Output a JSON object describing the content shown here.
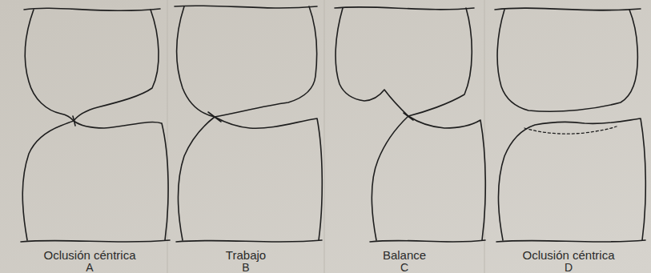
{
  "diagram": {
    "labels": [
      "Oclusión céntrica",
      "A",
      "Trabajo",
      "B",
      "Balance",
      "C",
      "Oclusión céntrica",
      "D"
    ]
  }
}
